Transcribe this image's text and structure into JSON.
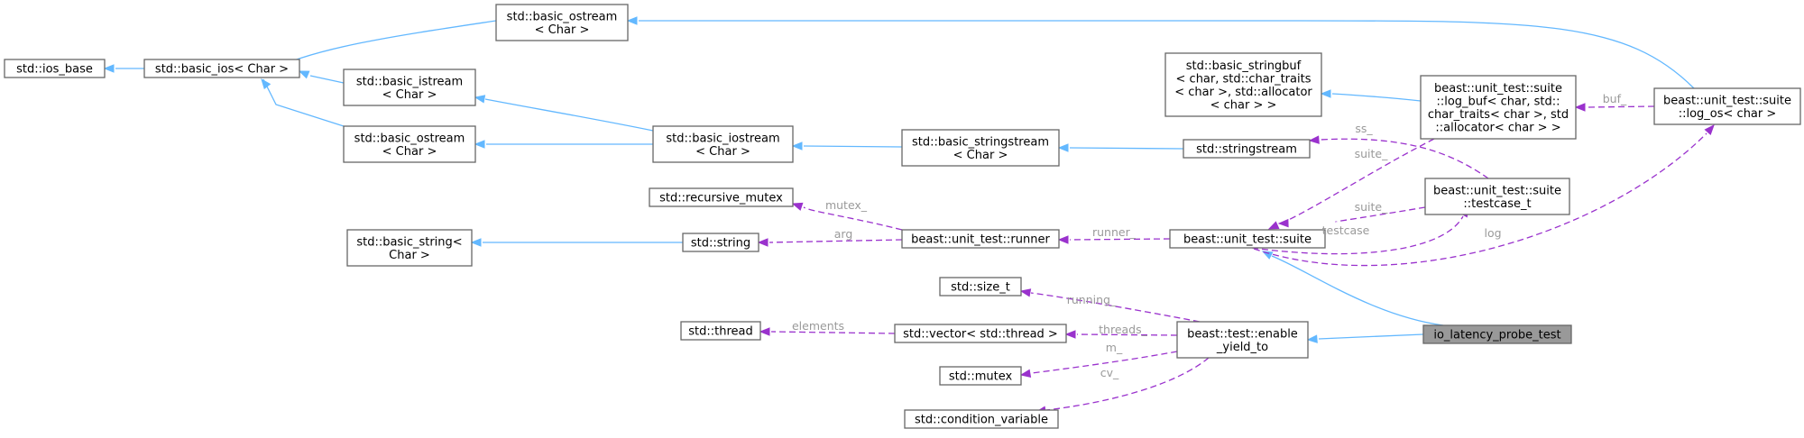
{
  "nodes": {
    "ios_base": [
      "std::ios_base"
    ],
    "basic_ios": [
      "std::basic_ios< Char >"
    ],
    "basic_ostream_top": [
      "std::basic_ostream",
      "< Char >"
    ],
    "basic_istream": [
      "std::basic_istream",
      "< Char >"
    ],
    "basic_ostream_mid": [
      "std::basic_ostream",
      "< Char >"
    ],
    "basic_iostream": [
      "std::basic_iostream",
      "< Char >"
    ],
    "basic_stringstream": [
      "std::basic_stringstream",
      "< Char >"
    ],
    "stringstream": [
      "std::stringstream"
    ],
    "basic_stringbuf": [
      "std::basic_stringbuf",
      "< char, std::char_traits",
      "< char >, std::allocator",
      "< char > >"
    ],
    "log_buf": [
      "beast::unit_test::suite",
      "::log_buf< char, std::",
      "char_traits< char >, std",
      "::allocator< char > >"
    ],
    "log_os": [
      "beast::unit_test::suite",
      "::log_os< char >"
    ],
    "testcase_t": [
      "beast::unit_test::suite",
      "::testcase_t"
    ],
    "recursive_mutex": [
      "std::recursive_mutex"
    ],
    "basic_string": [
      "std::basic_string<",
      "Char >"
    ],
    "string": [
      "std::string"
    ],
    "runner": [
      "beast::unit_test::runner"
    ],
    "suite": [
      "beast::unit_test::suite"
    ],
    "size_t": [
      "std::size_t"
    ],
    "thread": [
      "std::thread"
    ],
    "vector_thread": [
      "std::vector< std::thread >"
    ],
    "mutex": [
      "std::mutex"
    ],
    "condition_variable": [
      "std::condition_variable"
    ],
    "enable_yield_to": [
      "beast::test::enable",
      "_yield_to"
    ],
    "io_latency_probe_test": [
      "io_latency_probe_test"
    ]
  },
  "edge_labels": {
    "buf": "buf_",
    "ss": "ss_",
    "suite_top": "suite_",
    "suite_mid": "suite_",
    "testcase": "testcase",
    "log": "log",
    "mutex": "mutex_",
    "runner": "runner_",
    "arg": "arg",
    "running": "running_",
    "elements": "elements",
    "threads": "threads_",
    "m": "m_",
    "cv": "cv_"
  },
  "colors": {
    "inheritance_edge": "#63b8ff",
    "usage_edge": "#9a32cd",
    "highlight_fill": "#999999"
  }
}
